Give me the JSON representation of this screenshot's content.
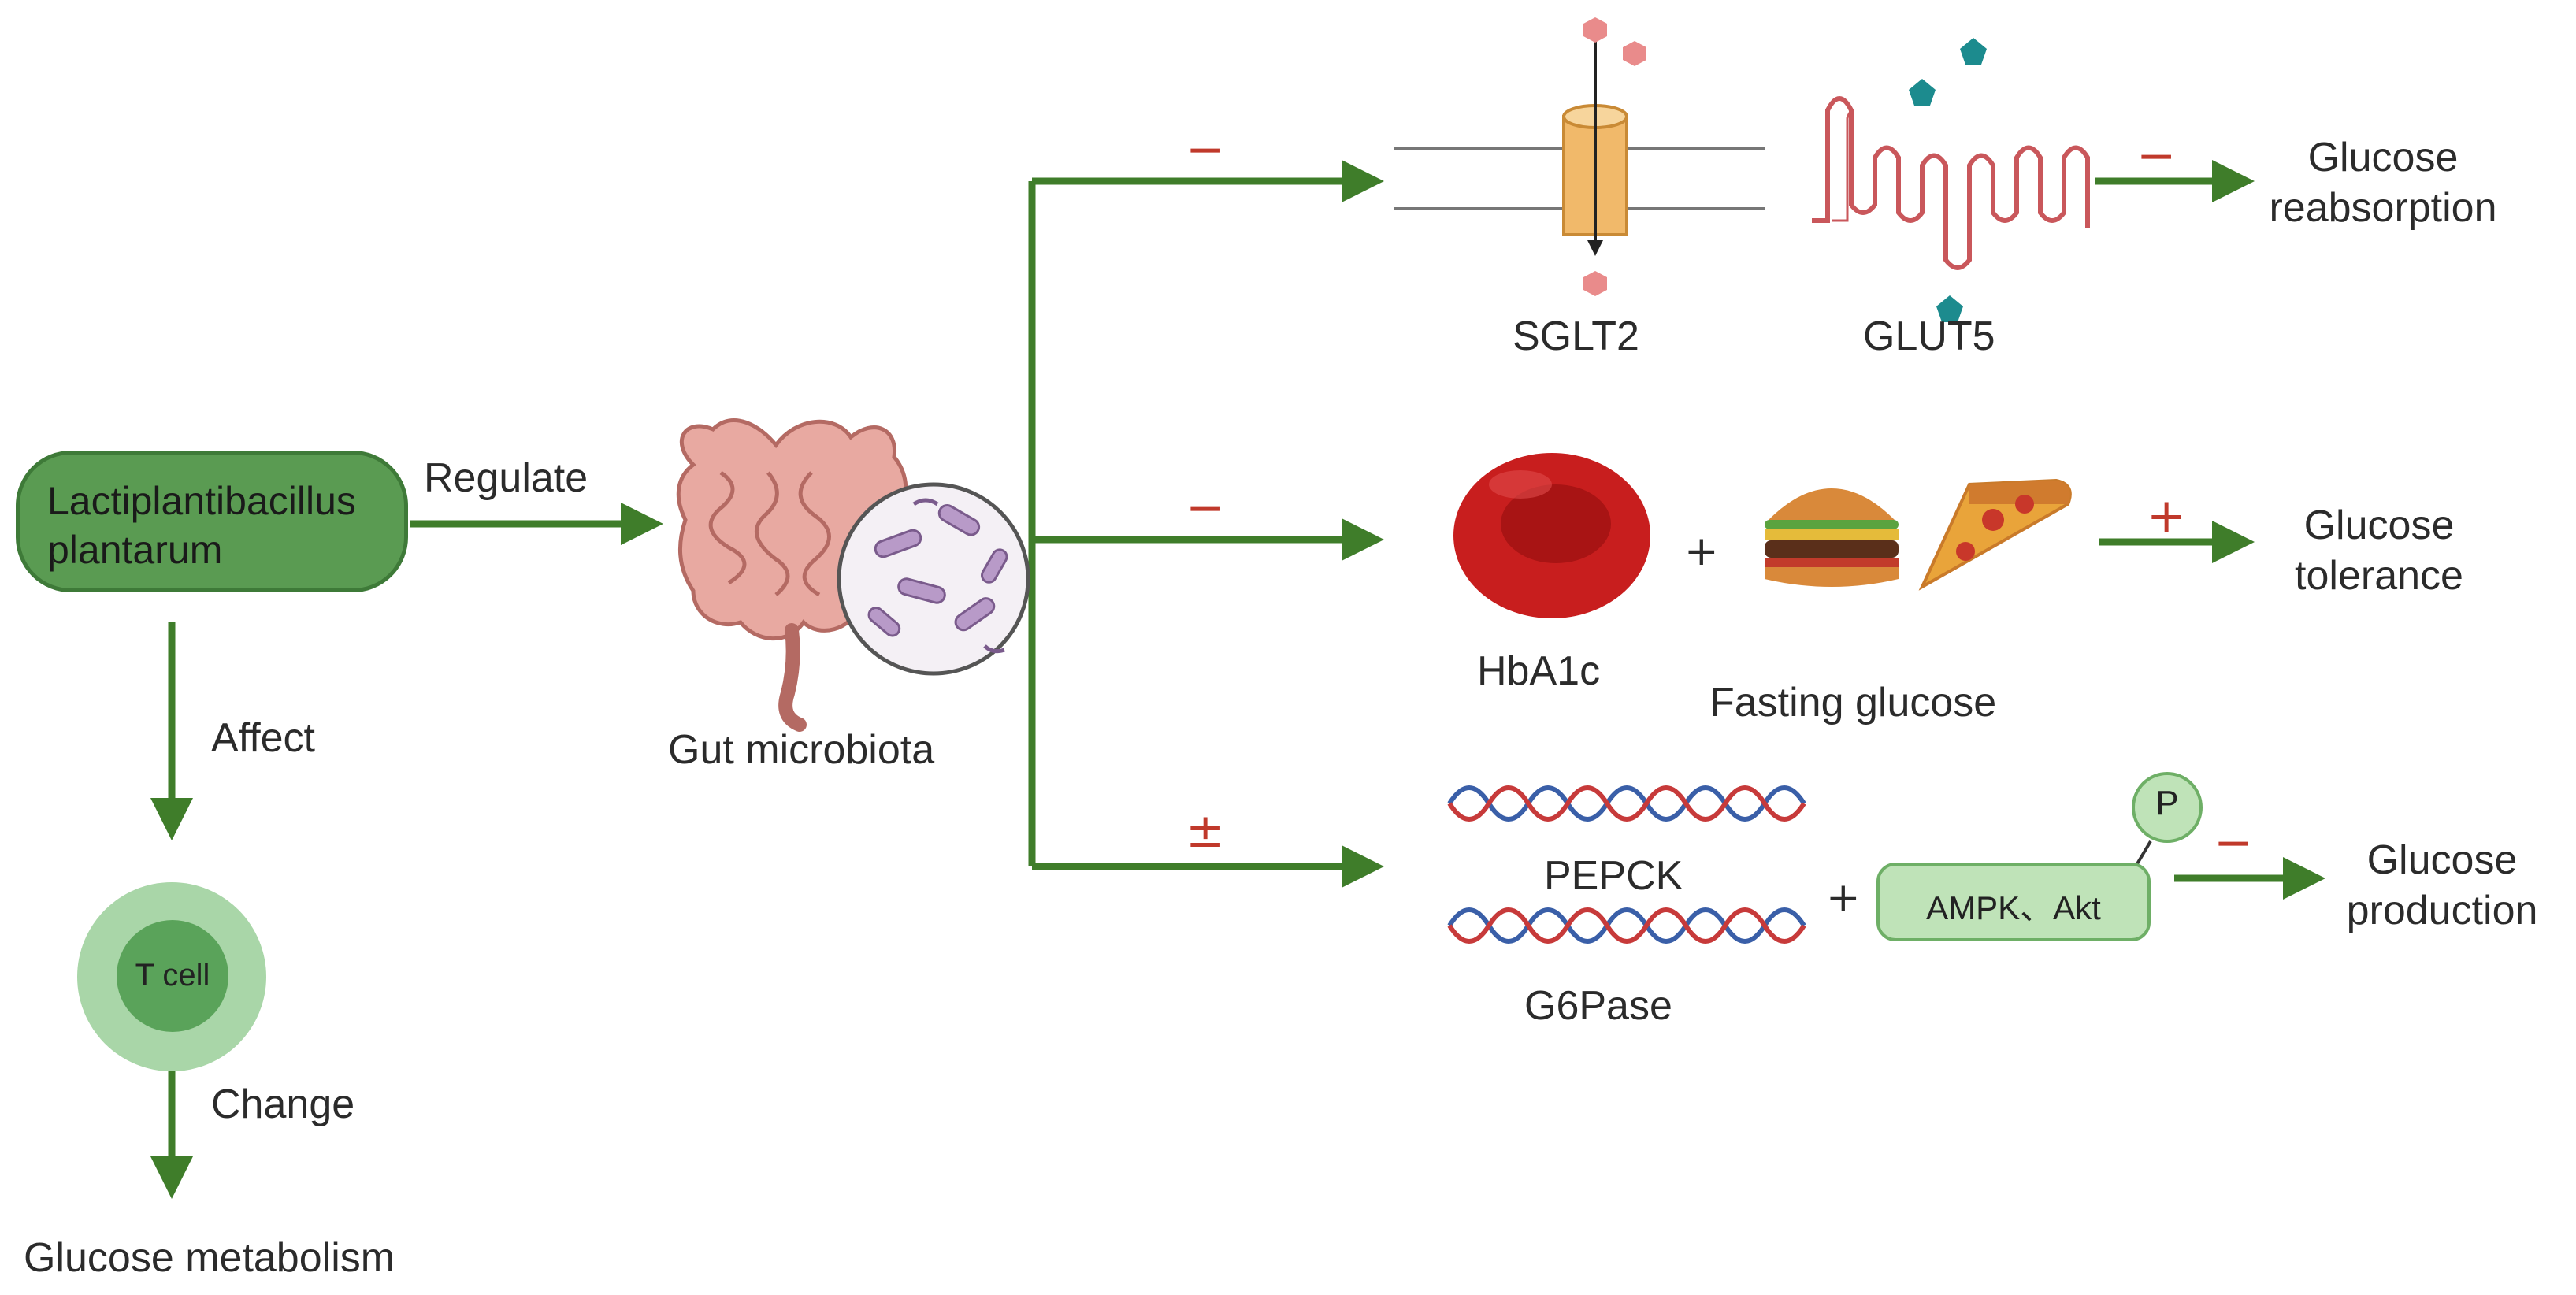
{
  "labels": {
    "lactobacillus": "Lactiplantibacillus plantarum",
    "regulate": "Regulate",
    "gut_microbiota": "Gut microbiota",
    "affect": "Affect",
    "t_cell": "T cell",
    "change": "Change",
    "glucose_metabolism": "Glucose metabolism",
    "sglt2": "SGLT2",
    "glut5": "GLUT5",
    "glucose_reabsorption": "Glucose reabsorption",
    "hba1c": "HbA1c",
    "fasting_glucose": "Fasting glucose",
    "glucose_tolerance": "Glucose tolerance",
    "pepck": "PEPCK",
    "g6pase": "G6Pase",
    "ampk_akt": "AMPK、Akt",
    "p": "P",
    "glucose_production": "Glucose production"
  },
  "signs": {
    "top_branch": "−",
    "middle_branch": "−",
    "bottom_branch": "±",
    "reabsorption": "−",
    "tolerance": "+",
    "production": "−",
    "plus_food": "+",
    "plus_ampk": "+"
  },
  "colors": {
    "arrow_green": "#3f7d2a",
    "lacto_fill": "#5a9b52",
    "sign_red": "#c0392b",
    "dna_red": "#c73a3a",
    "dna_blue": "#3a5fa8",
    "sglt2_orange": "#f1b96a",
    "glut5_red": "#c9575b",
    "glucose_pink": "#e98b8b",
    "fructose_teal": "#1c8b8e",
    "rbc_red": "#c81e1e"
  },
  "icons": [
    "intestine-icon",
    "bacteria-circle-icon",
    "sglt2-channel-icon",
    "glut5-transporter-icon",
    "red-blood-cell-icon",
    "burger-icon",
    "pizza-icon",
    "dna-icon"
  ]
}
